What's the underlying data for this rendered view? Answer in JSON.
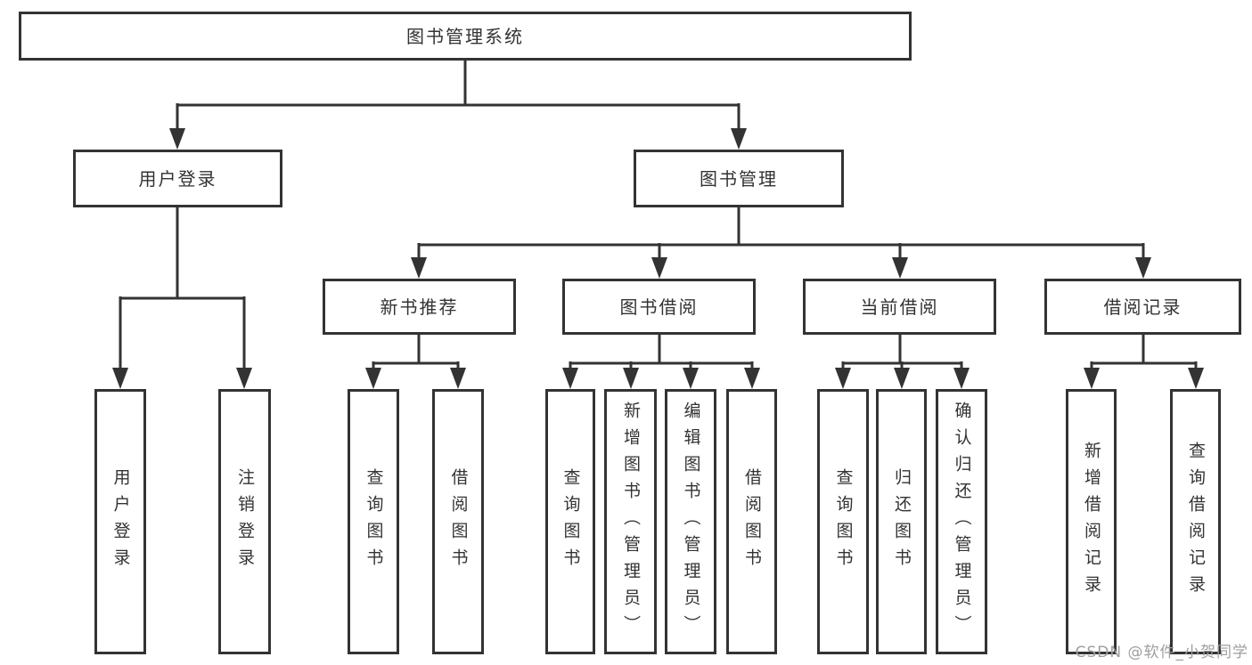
{
  "diagram": {
    "type": "hierarchy-tree",
    "title": "图书管理系统",
    "nodes": {
      "root": {
        "label": "图书管理系统"
      },
      "user_login": {
        "label": "用户登录"
      },
      "book_mgmt": {
        "label": "图书管理"
      },
      "new_book_rec": {
        "label": "新书推荐"
      },
      "book_borrow": {
        "label": "图书借阅"
      },
      "current_borrow": {
        "label": "当前借阅"
      },
      "borrow_records": {
        "label": "借阅记录"
      },
      "user_login_leaf": {
        "label": "用户登录"
      },
      "logout": {
        "label": "注销登录"
      },
      "nb_query": {
        "label": "查询图书"
      },
      "nb_borrow": {
        "label": "借阅图书"
      },
      "bb_query": {
        "label": "查询图书"
      },
      "bb_add": {
        "label": "新增图书（管理员）"
      },
      "bb_edit": {
        "label": "编辑图书（管理员）"
      },
      "bb_borrow": {
        "label": "借阅图书"
      },
      "cb_query": {
        "label": "查询图书"
      },
      "cb_return": {
        "label": "归还图书"
      },
      "cb_confirm": {
        "label": "确认归还（管理员）"
      },
      "br_add": {
        "label": "新增借阅记录"
      },
      "br_query": {
        "label": "查询借阅记录"
      }
    },
    "edges": [
      [
        "root",
        "user_login"
      ],
      [
        "root",
        "book_mgmt"
      ],
      [
        "user_login",
        "user_login_leaf"
      ],
      [
        "user_login",
        "logout"
      ],
      [
        "book_mgmt",
        "new_book_rec"
      ],
      [
        "book_mgmt",
        "book_borrow"
      ],
      [
        "book_mgmt",
        "current_borrow"
      ],
      [
        "book_mgmt",
        "borrow_records"
      ],
      [
        "new_book_rec",
        "nb_query"
      ],
      [
        "new_book_rec",
        "nb_borrow"
      ],
      [
        "book_borrow",
        "bb_query"
      ],
      [
        "book_borrow",
        "bb_add"
      ],
      [
        "book_borrow",
        "bb_edit"
      ],
      [
        "book_borrow",
        "bb_borrow"
      ],
      [
        "current_borrow",
        "cb_query"
      ],
      [
        "current_borrow",
        "cb_return"
      ],
      [
        "current_borrow",
        "cb_confirm"
      ],
      [
        "borrow_records",
        "br_add"
      ],
      [
        "borrow_records",
        "br_query"
      ]
    ],
    "colors": {
      "line": "#333333",
      "text": "#333333",
      "box_background": "#ffffff",
      "watermark": "#9e9e9e"
    },
    "watermark": {
      "text": "CSDN @软件_小贺同学"
    }
  }
}
